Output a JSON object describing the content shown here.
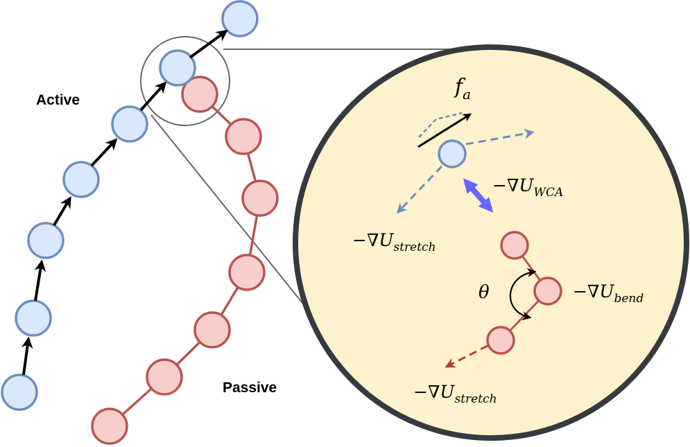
{
  "labels": {
    "active": "Active",
    "passive": "Passive"
  },
  "math": {
    "active_force": {
      "base": "f",
      "sub": "a"
    },
    "wca": {
      "prefix": "−∇",
      "base": "U",
      "sub": "WCA"
    },
    "stretch_active": {
      "prefix": "−∇",
      "base": "U",
      "sub": "stretch"
    },
    "bend": {
      "prefix": "−∇",
      "base": "U",
      "sub": "bend"
    },
    "stretch_passive": {
      "prefix": "−∇",
      "base": "U",
      "sub": "stretch"
    },
    "angle": "θ"
  },
  "colors": {
    "active_fill": "#dae8fc",
    "active_stroke": "#6c8ebf",
    "passive_fill": "#f8cecc",
    "passive_stroke": "#b85450",
    "zoom_fill": "#fff2cc",
    "zoom_stroke": "#36393d",
    "wca_arrow": "#6666ff",
    "stretch_active_arrow": "#6c8ebf",
    "stretch_passive_arrow": "#ae4132",
    "callout_line": "#666666"
  },
  "icons": {
    "propulsion": "arrow-icon",
    "interaction": "double-arrow-icon"
  }
}
